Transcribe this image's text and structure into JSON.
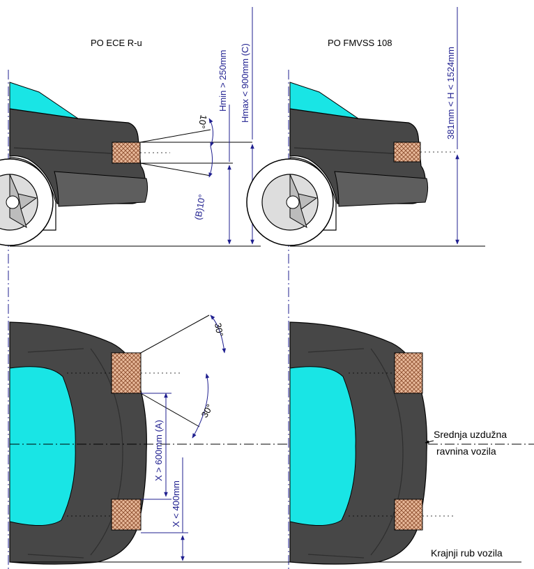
{
  "headings": {
    "ece": "PO ECE R-u",
    "fmvss": "PO FMVSS 108"
  },
  "dimensions": {
    "hmin": "Hmin > 250mm",
    "hmax": "Hmax < 900mm (C)",
    "fmvss_range": "381mm < H < 1524mm",
    "x_min": "X > 600mm (A)",
    "x_max": "X < 400mm"
  },
  "angles": {
    "up": "10°",
    "down": "(B)10°",
    "outer": "30°",
    "inner": "30°"
  },
  "notes": {
    "centerline_1": "Srednja uzdužna",
    "centerline_2": "ravnina vozila",
    "outer_edge": "Krajnji rub vozila"
  },
  "colors": {
    "body": "#474747",
    "body_light": "#5e5e5e",
    "glass": "#19e5e5",
    "lamp": "#e8b99a",
    "lamp_hatch": "#8a4a2a",
    "dimension": "#1f1f8f",
    "wheel": "#dddddd",
    "outline": "#000000"
  }
}
